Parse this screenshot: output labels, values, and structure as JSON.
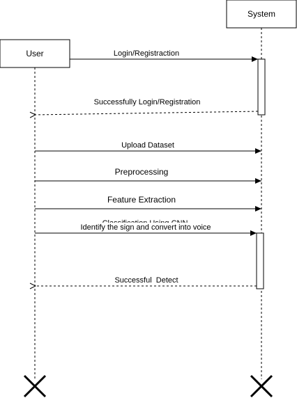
{
  "participants": {
    "user": {
      "label": "User"
    },
    "system": {
      "label": "System"
    }
  },
  "messages": {
    "login": "Login/Registraction",
    "login_reply": "Successfully Login/Registration",
    "upload": "Upload Dataset",
    "preprocessing": "Preprocessing",
    "feature": "Feature Extraction",
    "classification": "Classification Using CNN",
    "identify": "Identify the sign and convert into voice",
    "detect_reply": "Successful  Detect"
  }
}
